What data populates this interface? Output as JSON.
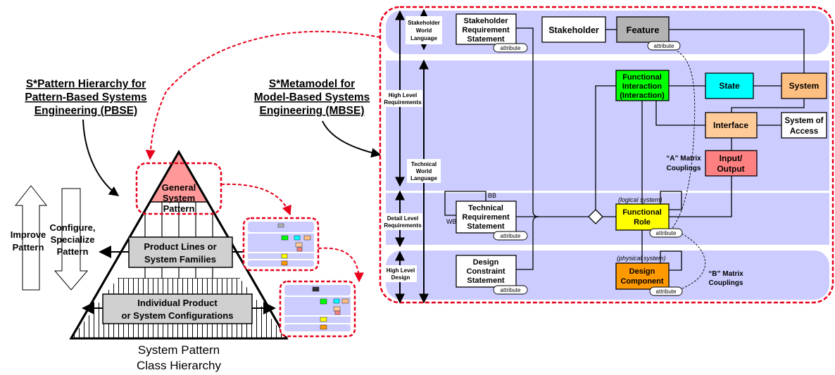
{
  "left": {
    "pbse_title": [
      "S*Pattern Hierarchy for",
      "Pattern-Based Systems",
      "Engineering (PBSE)"
    ],
    "mbse_title": [
      "S*Metamodel for",
      "Model-Based Systems",
      "Engineering (MBSE)"
    ],
    "improve_label": [
      "Improve",
      "Pattern"
    ],
    "configure_label": [
      "Configure,",
      "Specialize",
      "Pattern"
    ],
    "general_pattern": [
      "General",
      "System",
      "Pattern"
    ],
    "product_lines": [
      "Product Lines or",
      "System Families"
    ],
    "individual_configs": [
      "Individual Product",
      "or System Configurations"
    ],
    "hierarchy_caption": [
      "System Pattern",
      "Class Hierarchy"
    ]
  },
  "bands": {
    "stakeholder": [
      "Stakeholder",
      "World",
      "Language"
    ],
    "high_level_req": [
      "High Level",
      "Requirements"
    ],
    "technical": [
      "Technical",
      "World",
      "Language"
    ],
    "detail_req": [
      "Detail Level",
      "Requirements"
    ],
    "high_level_design": [
      "High Level",
      "Design"
    ]
  },
  "nodes": {
    "stakeholder_req": [
      "Stakeholder",
      "Requirement",
      "Statement"
    ],
    "stakeholder": "Stakeholder",
    "feature": "Feature",
    "functional_interaction": [
      "Functional",
      "Interaction",
      "(Interaction)"
    ],
    "state": "State",
    "system": "System",
    "interface": "Interface",
    "system_of_access": [
      "System of",
      "Access"
    ],
    "input_output": [
      "Input/",
      "Output"
    ],
    "technical_req": [
      "Technical",
      "Requirement",
      "Statement"
    ],
    "functional_role": [
      "Functional",
      "Role"
    ],
    "design_constraint": [
      "Design",
      "Constraint",
      "Statement"
    ],
    "design_component": [
      "Design",
      "Component"
    ]
  },
  "annotations": {
    "attribute": "attribute",
    "bb": "BB",
    "wb": "WB",
    "logical_system": "(logical system)",
    "physical_system": "(physical system)",
    "a_matrix": [
      "“A” Matrix",
      "Couplings"
    ],
    "b_matrix": [
      "“B” Matrix",
      "Couplings"
    ]
  },
  "colors": {
    "band": "#ccccff",
    "feature": "#b3b3b3",
    "functional_interaction": "#00ff00",
    "state": "#00ffff",
    "system": "#ffbf80",
    "interface": "#ffcc99",
    "input_output": "#ff8080",
    "functional_role": "#ffff00",
    "design_component": "#ff9900",
    "general_pattern": "#ff9999",
    "callout": "#e8001c"
  }
}
